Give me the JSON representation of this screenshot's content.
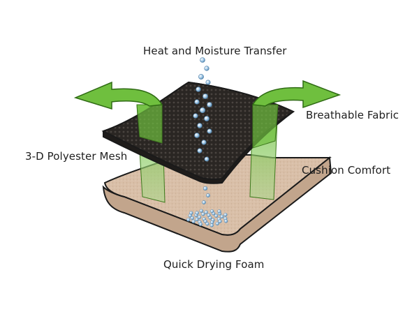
{
  "labels": {
    "heat_moisture": "Heat and Moisture Transfer",
    "breathable_fabric": "Breathable Fabric",
    "mesh": "3-D Polyester Mesh",
    "cushion": "Cushion Comfort",
    "foam": "Quick Drying Foam"
  },
  "colors": {
    "fabric": "#2a2623",
    "fabric_highlight": "#4a4440",
    "foam_top": "#d9bfa8",
    "foam_side": "#c2a58c",
    "arrow_green": "#6fbf3e",
    "arrow_green_light": "#a9d98a",
    "droplet": "#9fc7e6",
    "outline": "#1a1a1a"
  }
}
